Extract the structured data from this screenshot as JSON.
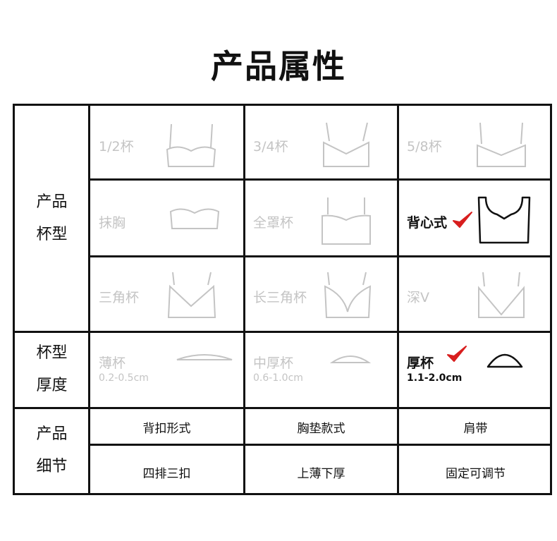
{
  "title": "产品属性",
  "rows": {
    "cup_type_label": [
      "产品",
      "杯型"
    ],
    "thickness_label": [
      "杯型",
      "厚度"
    ],
    "details_label": [
      "产品",
      "细节"
    ]
  },
  "cup_types": [
    {
      "label": "1/2杯",
      "active": false,
      "icon": "half-cup-bra-icon"
    },
    {
      "label": "3/4杯",
      "active": false,
      "icon": "three-quarter-cup-bra-icon"
    },
    {
      "label": "5/8杯",
      "active": false,
      "icon": "five-eighths-cup-bra-icon"
    },
    {
      "label": "抹胸",
      "active": false,
      "icon": "bandeau-icon"
    },
    {
      "label": "全罩杯",
      "active": false,
      "icon": "full-cup-bra-icon"
    },
    {
      "label": "背心式",
      "active": true,
      "icon": "vest-style-bra-icon"
    },
    {
      "label": "三角杯",
      "active": false,
      "icon": "triangle-cup-bra-icon"
    },
    {
      "label": "长三角杯",
      "active": false,
      "icon": "long-triangle-cup-bra-icon"
    },
    {
      "label": "深V",
      "active": false,
      "icon": "deep-v-bra-icon"
    }
  ],
  "thickness": [
    {
      "label": "薄杯",
      "range": "0.2-0.5cm",
      "active": false,
      "icon": "thin-pad-icon"
    },
    {
      "label": "中厚杯",
      "range": "0.6-1.0cm",
      "active": false,
      "icon": "medium-pad-icon"
    },
    {
      "label": "厚杯",
      "range": "1.1-2.0cm",
      "active": true,
      "icon": "thick-pad-icon"
    }
  ],
  "details": {
    "headers": [
      "背扣形式",
      "胸垫款式",
      "肩带"
    ],
    "values": [
      "四排三扣",
      "上薄下厚",
      "固定可调节"
    ]
  },
  "colors": {
    "active": "#111111",
    "inactive": "#c4c4c4",
    "check": "#d81e1e",
    "border": "#111111"
  }
}
